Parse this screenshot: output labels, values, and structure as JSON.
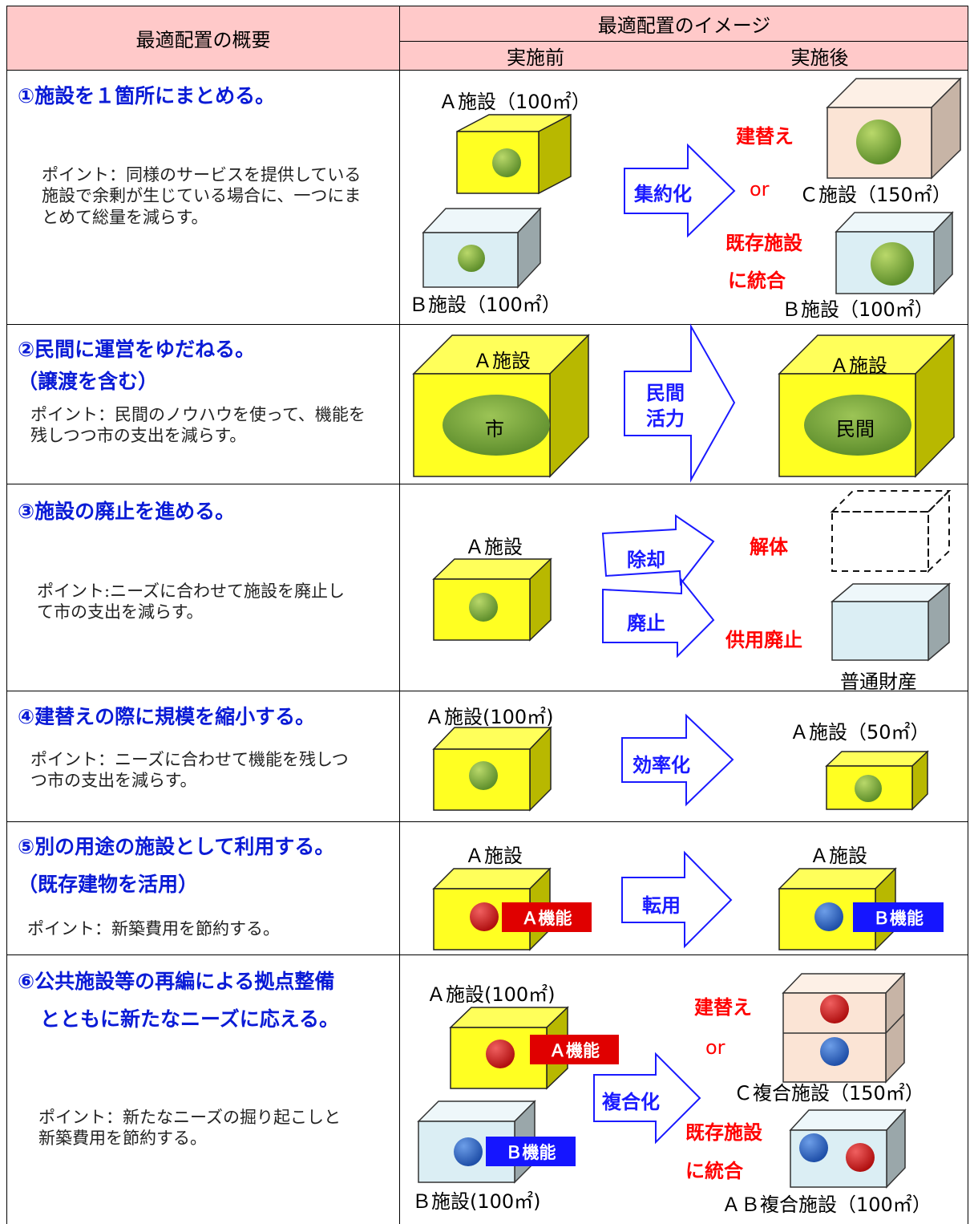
{
  "header": {
    "left": "最適配置の概要",
    "right": "最適配置のイメージ",
    "before": "実施前",
    "after": "実施後"
  },
  "rows": [
    {
      "title": "①施設を１箇所にまとめる。",
      "point": "ポイント：同様のサービスを提供している施設で余剰が生じている場合に、一つにまとめて総量を減らす。",
      "arrow": "集約化",
      "labels": {
        "a": "Ａ施設（100㎡）",
        "b": "Ｂ施設（100㎡）",
        "rebuild": "建替え",
        "or": "or",
        "c": "Ｃ施設（150㎡）",
        "merge1": "既存施設",
        "merge2": "に統合",
        "b2": "Ｂ施設（100㎡）"
      }
    },
    {
      "title": "②民間に運営をゆだねる。",
      "subtitle": "（譲渡を含む）",
      "point": "ポイント：民間のノウハウを使って、機能を残しつつ市の支出を減らす。",
      "arrow_line1": "民間",
      "arrow_line2": "活力",
      "labels": {
        "a": "Ａ施設",
        "city": "市",
        "a2": "Ａ施設",
        "private": "民間"
      }
    },
    {
      "title": "③施設の廃止を進める。",
      "point": "ポイント:ニーズに合わせて施設を廃止して市の支出を減らす。",
      "arrow1": "除却",
      "arrow2": "廃止",
      "labels": {
        "a": "Ａ施設",
        "demolish": "解体",
        "abolish": "供用廃止",
        "general": "普通財産"
      }
    },
    {
      "title": "④建替えの際に規模を縮小する。",
      "point": "ポイント：ニーズに合わせて機能を残しつつ市の支出を減らす。",
      "arrow": "効率化",
      "labels": {
        "a": "Ａ施設(100㎡)",
        "a2": "Ａ施設（50㎡）"
      }
    },
    {
      "title": "⑤別の用途の施設として利用する。",
      "subtitle": "（既存建物を活用）",
      "point": "ポイント：新築費用を節約する。",
      "arrow": "転用",
      "labels": {
        "a": "Ａ施設",
        "a2": "Ａ施設",
        "fa": "Ａ機能",
        "fb": "Ｂ機能"
      }
    },
    {
      "title": "⑥公共施設等の再編による拠点整備",
      "subtitle": "とともに新たなニーズに応える。",
      "point": "ポイント：新たなニーズの掘り起こしと新築費用を節約する。",
      "arrow": "複合化",
      "labels": {
        "a": "Ａ施設(100㎡)",
        "fa": "Ａ機能",
        "fb": "Ｂ機能",
        "b": "Ｂ施設(100㎡)",
        "rebuild": "建替え",
        "or": "or",
        "c": "Ｃ複合施設（150㎡）",
        "merge1": "既存施設",
        "merge2": "に統合",
        "ab": "ＡＢ複合施設（100㎡）"
      }
    }
  ],
  "colors": {
    "header": "#ffc9c9",
    "title": "#0a1bd6",
    "yellow": "#ffff22",
    "lightblue": "#dbeef4",
    "peach": "#fbe4d5",
    "green": "#7aab3a",
    "red": "#e00000",
    "blue": "#1515ff"
  }
}
